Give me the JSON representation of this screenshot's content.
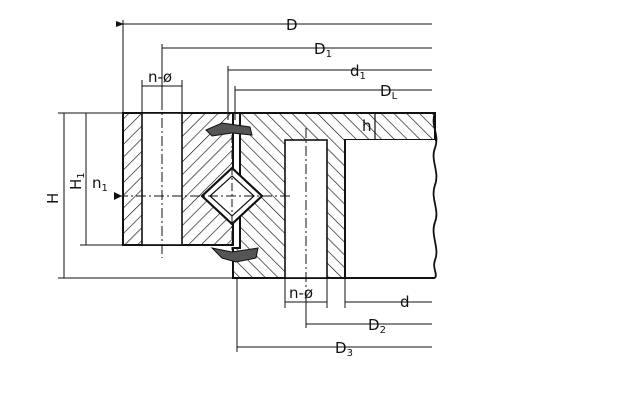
{
  "labels": {
    "D": "D",
    "D1": {
      "main": "D",
      "sub": "1"
    },
    "d1": {
      "main": "d",
      "sub": "1"
    },
    "DL": {
      "main": "D",
      "sub": "L"
    },
    "h": "h",
    "H": "H",
    "H1": {
      "main": "H",
      "sub": "1"
    },
    "n1": {
      "main": "n",
      "sub": "1"
    },
    "n_phi_top": "n-ø",
    "n_phi_bottom": "n-ø",
    "d": "d",
    "D2": {
      "main": "D",
      "sub": "2"
    },
    "D3": {
      "main": "D",
      "sub": "3"
    }
  },
  "colors": {
    "line": "#111111",
    "seal": "#555555",
    "background": "#ffffff"
  }
}
